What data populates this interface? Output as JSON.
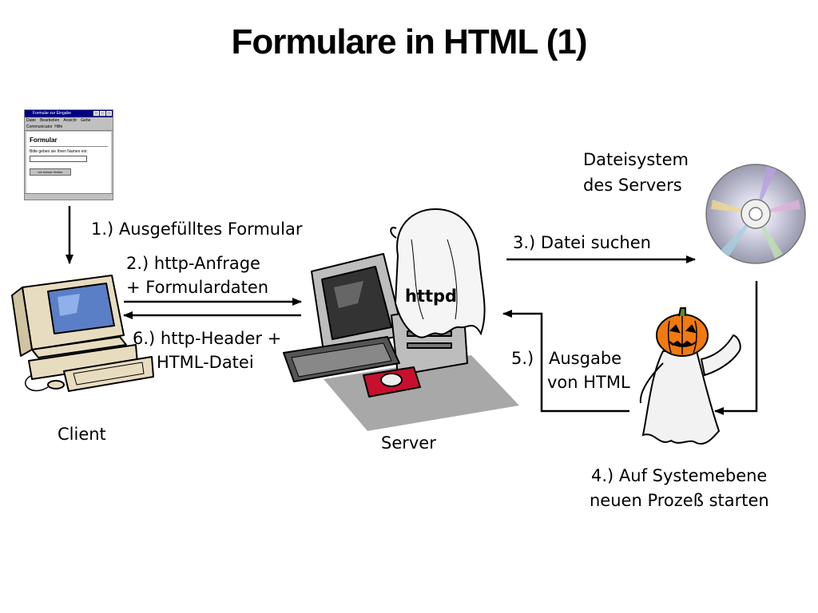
{
  "title": "Formulare in HTML (1)",
  "labels": {
    "step1": "1.) Ausgefülltes Formular",
    "step2_line1": "2.) http-Anfrage",
    "step2_line2": "+ Formulardaten",
    "step6_line1": "6.) http-Header +",
    "step6_line2": "HTML-Datei",
    "step3": "3.) Datei suchen",
    "step5_num": "5.)",
    "step5_line1": "Ausgabe",
    "step5_line2": "von HTML",
    "step4_line1": "4.) Auf Systemebene",
    "step4_line2": "neuen Prozeß starten",
    "filesystem_line1": "Dateisystem",
    "filesystem_line2": "des Servers",
    "client": "Client",
    "server": "Server",
    "httpd": "httpd"
  },
  "mini_browser": {
    "window_title": "Formular zur Eingabe",
    "menu": [
      "Datei",
      "Bearbeiten",
      "Ansicht",
      "Gehe"
    ],
    "menu2": [
      "Communicator",
      "Hilfe"
    ],
    "heading": "Formular",
    "prompt": "Bitte geben sie Ihren Namen ein:",
    "button": "Ich heisse Hektor"
  },
  "colors": {
    "screen_blue": "#5b7fc7",
    "pumpkin": "#f07a10",
    "mouse_pad": "#c8102e",
    "cd_rainbow": "#b8a0e0"
  }
}
